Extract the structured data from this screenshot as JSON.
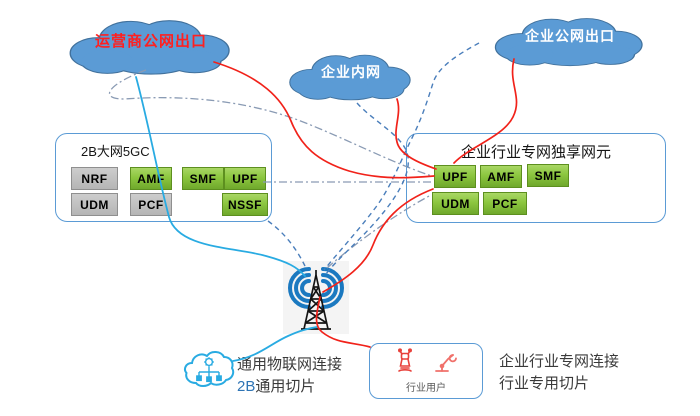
{
  "clouds": {
    "operator_public_exit": {
      "label": "运营商公网出口"
    },
    "enterprise_intranet": {
      "label": "企业内网"
    },
    "enterprise_public_exit": {
      "label": "企业公网出口"
    }
  },
  "core_box": {
    "title": "2B大网5GC",
    "chips": [
      {
        "label": "NRF",
        "variant": "gray"
      },
      {
        "label": "AMF",
        "variant": "green"
      },
      {
        "label": "SMF",
        "variant": "green"
      },
      {
        "label": "UPF",
        "variant": "green"
      },
      {
        "label": "UDM",
        "variant": "gray"
      },
      {
        "label": "PCF",
        "variant": "gray"
      },
      {
        "label": "NSSF",
        "variant": "green"
      }
    ]
  },
  "dedicated_box": {
    "title": "企业行业专网独享网元",
    "chips": [
      {
        "label": "UPF",
        "variant": "green"
      },
      {
        "label": "AMF",
        "variant": "green"
      },
      {
        "label": "SMF",
        "variant": "green"
      },
      {
        "label": "UDM",
        "variant": "green"
      },
      {
        "label": "PCF",
        "variant": "green"
      }
    ]
  },
  "iot_caption": {
    "line1": "通用物联网连接",
    "line2_prefix": "2B",
    "line2_rest": "通用切片"
  },
  "industry_user_box": {
    "label": "行业用户"
  },
  "industry_caption": {
    "line1": "企业行业专网连接",
    "line2": "行业专用切片"
  },
  "icons": {
    "cell_tower": "lattice-tower-with-radio-waves",
    "iot_cloud": "cloud-with-gear-and-network-nodes",
    "industry_robot": "robot",
    "industry_robot_arm": "robotic-arm"
  },
  "colors": {
    "cloud_fill": "#5b9bd5",
    "cloud_border": "#41719c",
    "cloud1_text": "#ff2020",
    "box_border": "#5b9bd5",
    "chip_green": "#8cc63f",
    "chip_gray": "#c0c0c0",
    "line_red": "#f1221a",
    "line_cyan": "#29abe2",
    "line_dashed_blue": "#4a7ebb",
    "line_dashdot_gray": "#8a9bb4",
    "tower_waves": "#1b79c0"
  }
}
